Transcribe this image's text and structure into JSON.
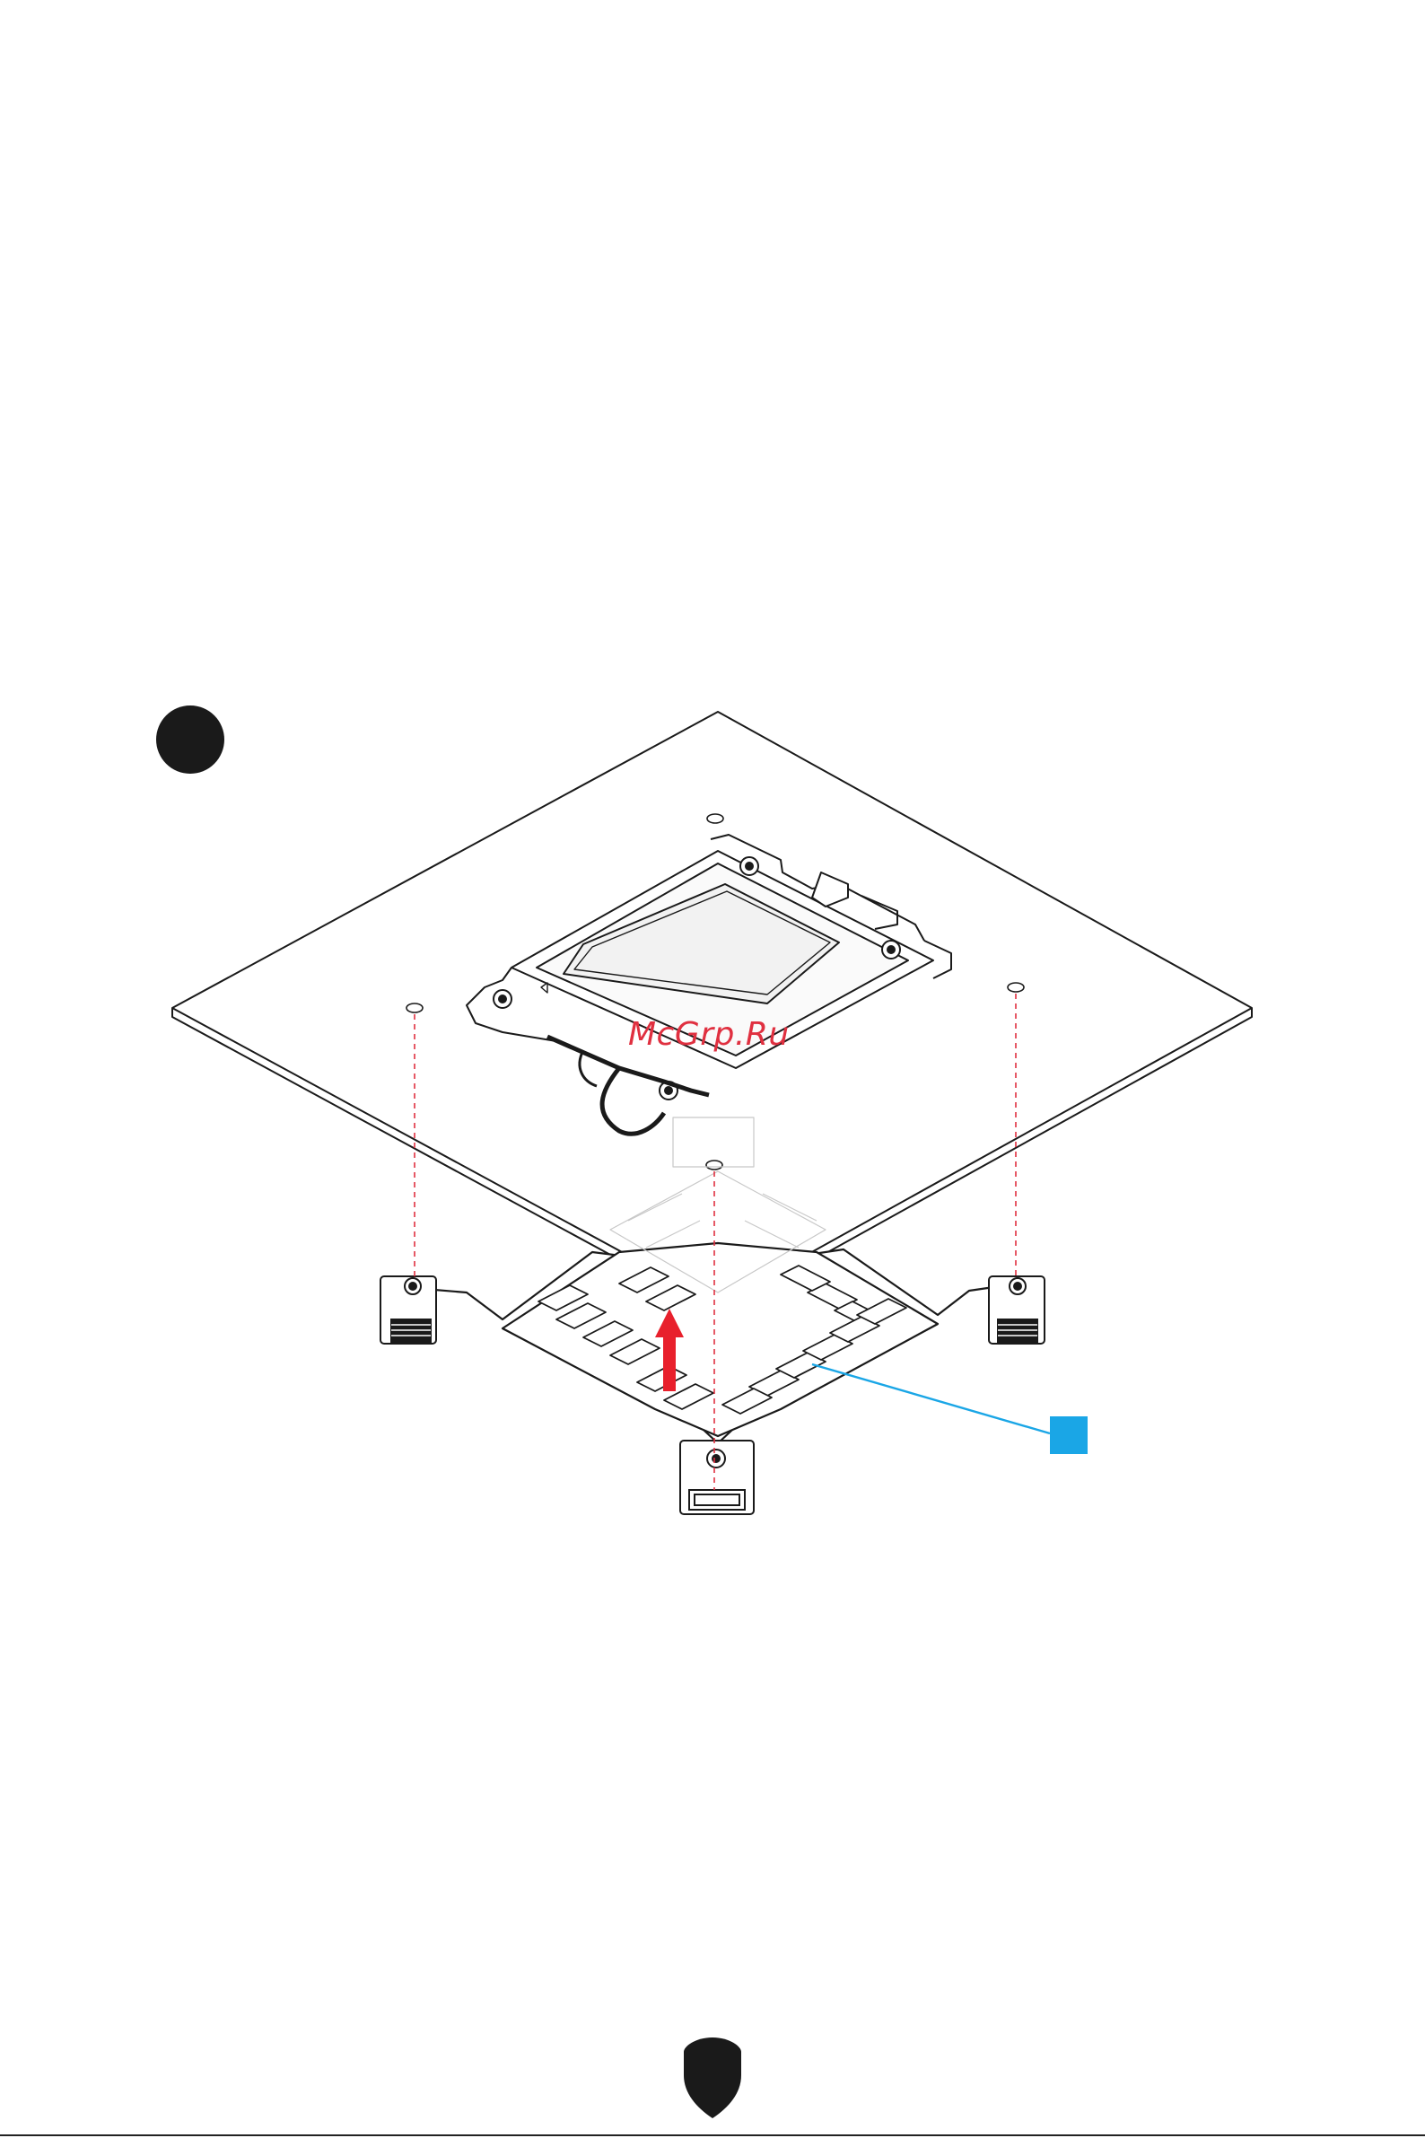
{
  "watermark": {
    "text": "McGrp.Ru"
  },
  "colors": {
    "line": "#1a1a1a",
    "guide": "#e03040",
    "arrow": "#e8202c",
    "callout": "#1aa6e6",
    "step": "#1a1a1a"
  },
  "icons": {
    "step_marker": "filled-circle",
    "callout_marker": "filled-square",
    "brand_mark": "shield-logo",
    "direction": "up-arrow"
  }
}
